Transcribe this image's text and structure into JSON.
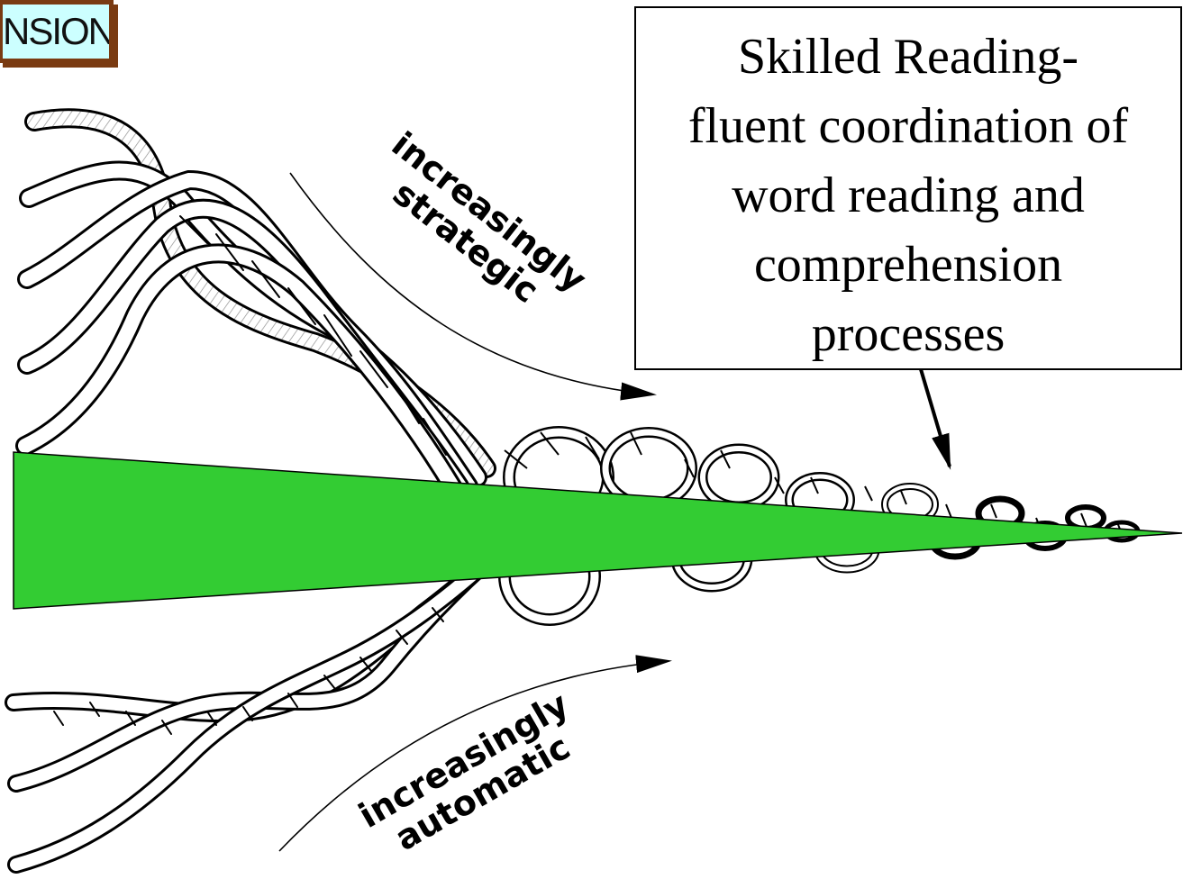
{
  "corner_label": {
    "text": "NSION"
  },
  "callout": {
    "lines": [
      "Skilled Reading-",
      "fluent coordination of",
      "word reading and",
      "comprehension",
      "processes"
    ]
  },
  "labels": {
    "strategic_line1": "increasingly",
    "strategic_line2": "strategic",
    "automatic_line1": "increasingly",
    "automatic_line2": "automatic"
  },
  "colors": {
    "wedge": "#33cc33",
    "corner_bg": "#ccffff",
    "corner_border": "#7a3b12"
  },
  "icons": {
    "rope": "rope-strands-illustration",
    "arrow_top": "arrow-right-icon",
    "arrow_bottom": "arrow-right-icon",
    "callout_arrow": "arrow-down-icon"
  }
}
